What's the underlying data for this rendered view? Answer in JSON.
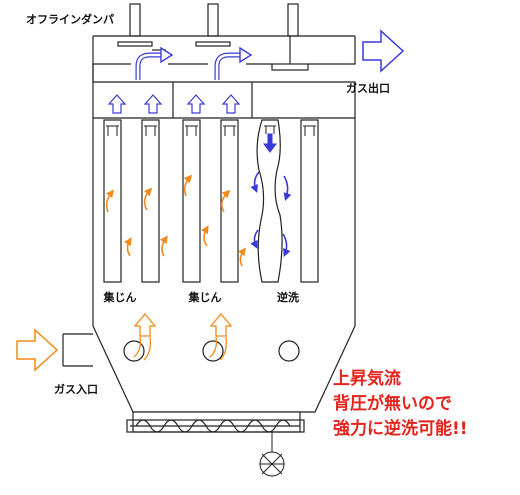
{
  "labels": {
    "offline_damper": "オフラインダンパ",
    "gas_outlet": "ガス出口",
    "gas_inlet": "ガス入口",
    "chamber_1": "集じん",
    "chamber_2": "集じん",
    "chamber_3": "逆洗"
  },
  "notes": [
    "上昇気流",
    "背圧が無いので",
    "強力に逆洗可能!!"
  ],
  "colors": {
    "collect_flow": "#f08a1c",
    "reverse_flow": "#3a3ad8",
    "note_text": "#e5221b",
    "line": "#222222"
  },
  "icons": {
    "inlet_arrow": "hollow-arrow-right",
    "outlet_arrow": "hollow-arrow-right",
    "fan": "fan-icon",
    "screw": "screw-conveyor"
  }
}
